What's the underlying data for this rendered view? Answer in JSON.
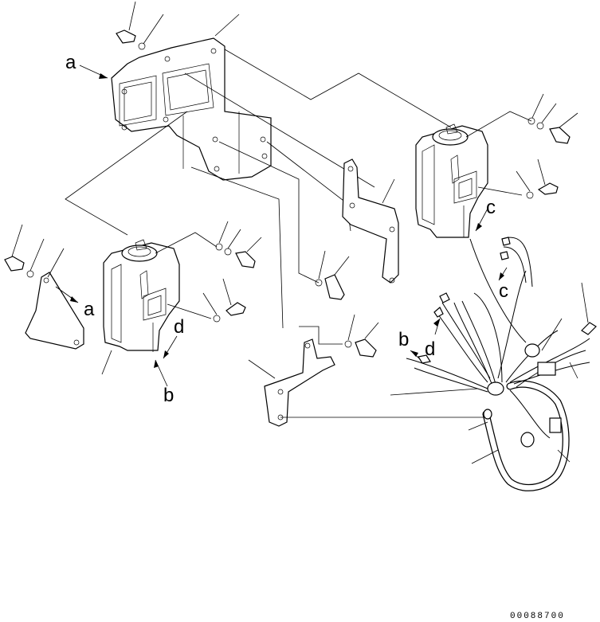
{
  "diagram": {
    "callouts": {
      "a1": "a",
      "a2": "a",
      "b1": "b",
      "b2": "b",
      "c1": "c",
      "c2": "c",
      "d1": "d",
      "d2": "d"
    },
    "drawing_number": "00088700"
  }
}
